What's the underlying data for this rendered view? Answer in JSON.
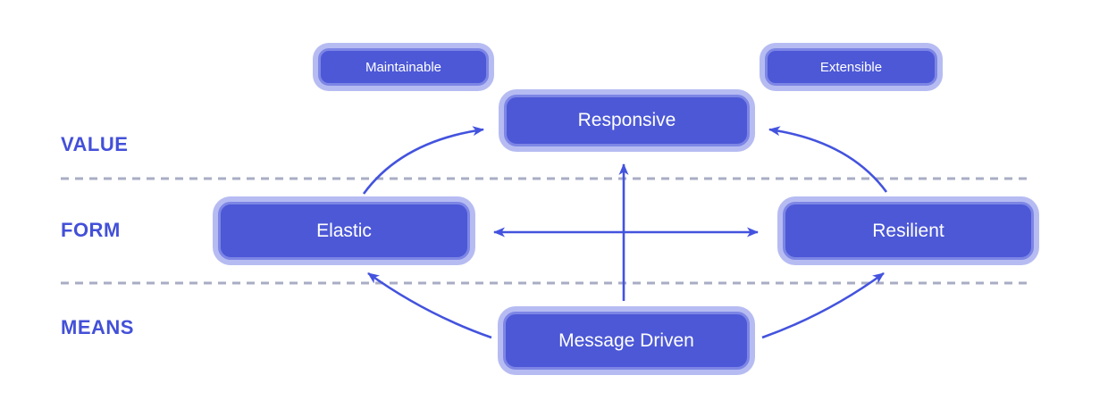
{
  "diagram": {
    "rows": [
      {
        "label": "VALUE"
      },
      {
        "label": "FORM"
      },
      {
        "label": "MEANS"
      }
    ],
    "nodes": {
      "maintainable": {
        "label": "Maintainable"
      },
      "extensible": {
        "label": "Extensible"
      },
      "responsive": {
        "label": "Responsive"
      },
      "elastic": {
        "label": "Elastic"
      },
      "resilient": {
        "label": "Resilient"
      },
      "message_driven": {
        "label": "Message Driven"
      }
    },
    "colors": {
      "node_fill": "#4c58d6",
      "node_inner_border": "#7d86e5",
      "node_outer_glow": "#b6bcf2",
      "node_text": "#ffffff",
      "row_label": "#4350d8",
      "arrow": "#4353de",
      "divider": "#a9adc4",
      "background": "#ffffff"
    }
  }
}
